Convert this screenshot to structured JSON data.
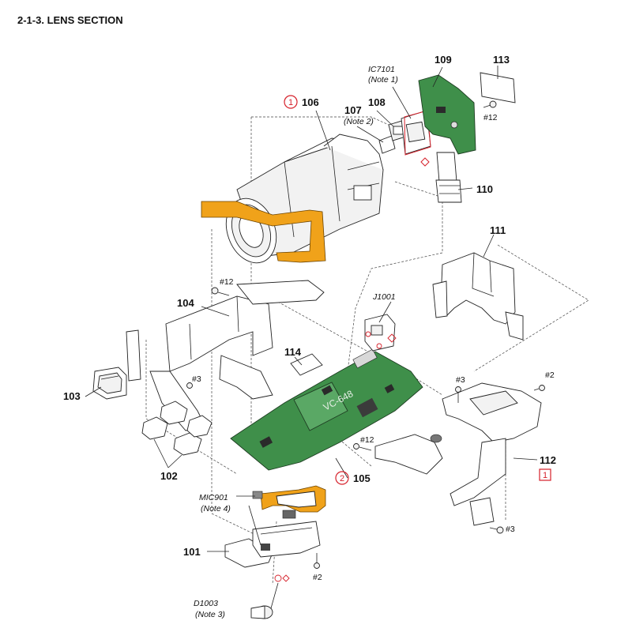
{
  "section_title": "2-1-3. LENS SECTION",
  "parts": [
    {
      "no": "101"
    },
    {
      "no": "102"
    },
    {
      "no": "103"
    },
    {
      "no": "104"
    },
    {
      "no": "105"
    },
    {
      "no": "106"
    },
    {
      "no": "107"
    },
    {
      "no": "108"
    },
    {
      "no": "109"
    },
    {
      "no": "110"
    },
    {
      "no": "111"
    },
    {
      "no": "112"
    },
    {
      "no": "113"
    },
    {
      "no": "114"
    }
  ],
  "refs": {
    "ic7101": "IC7101",
    "ic7101_note": "(Note 1)",
    "note2": "(Note 2)",
    "j1001": "J1001",
    "mic901": "MIC901",
    "mic901_note": "(Note 4)",
    "d1003": "D1003",
    "d1003_note": "(Note 3)"
  },
  "screws": {
    "s12": "#12",
    "s3": "#3",
    "s2": "#2"
  },
  "markers": {
    "circle1": "1",
    "circle2": "2",
    "box1": "1"
  },
  "board_silk": "VC-648",
  "colors": {
    "pcb": "#3f8f4a",
    "flex": "#f0a21a",
    "marker": "#d6202a"
  }
}
